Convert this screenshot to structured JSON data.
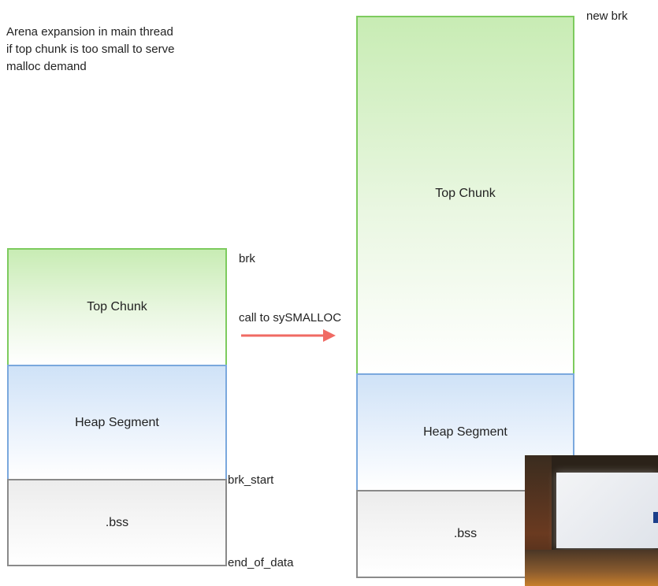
{
  "caption": "Arena expansion in main thread\nif top chunk is too small to serve\nmalloc demand",
  "left_stack": {
    "top_chunk": "Top Chunk",
    "heap_segment": "Heap Segment",
    "bss": ".bss"
  },
  "right_stack": {
    "top_chunk": "Top Chunk",
    "heap_segment": "Heap Segment",
    "bss": ".bss"
  },
  "markers": {
    "brk": "brk",
    "brk_start": "brk_start",
    "end_of_data": "end_of_data",
    "new_brk": "new brk"
  },
  "transition": {
    "label": "call to sySMALLOC",
    "arrow_color": "#f06a63"
  },
  "colors": {
    "top_chunk_border": "#7dcb5e",
    "heap_border": "#7aa8dd",
    "bss_border": "#8a8a8a"
  },
  "overlay": {
    "icon": "presenter-camera-thumbnail"
  }
}
